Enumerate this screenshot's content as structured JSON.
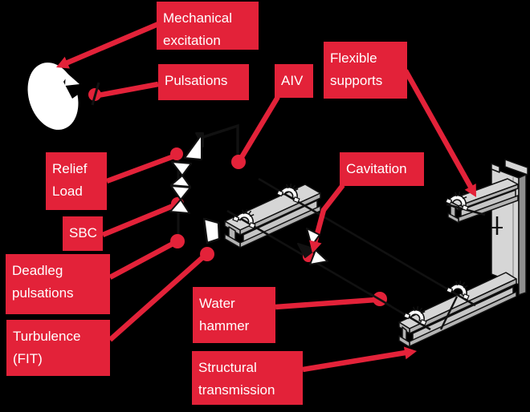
{
  "colors": {
    "background": "#000000",
    "accent_red": "#e32239",
    "label_text": "#ffffff",
    "steel_light": "#d6d6d6",
    "steel_mid": "#b3b3b3",
    "steel_web": "#c6c6c6",
    "steel_dark": "#8f8f8f",
    "line_black": "#111111",
    "valve_white": "#ffffff"
  },
  "labels": {
    "mechanical_excitation": "Mechanical excitation",
    "pulsations": "Pulsations",
    "aiv": "AIV",
    "flexible_supports": "Flexible supports",
    "relief_load": "Relief Load",
    "sbc": "SBC",
    "deadleg_pulsations": "Deadleg pulsations",
    "turbulence_fit": "Turbulence (FIT)",
    "cavitation": "Cavitation",
    "water_hammer": "Water hammer",
    "structural_transmission": "Structural transmission"
  }
}
